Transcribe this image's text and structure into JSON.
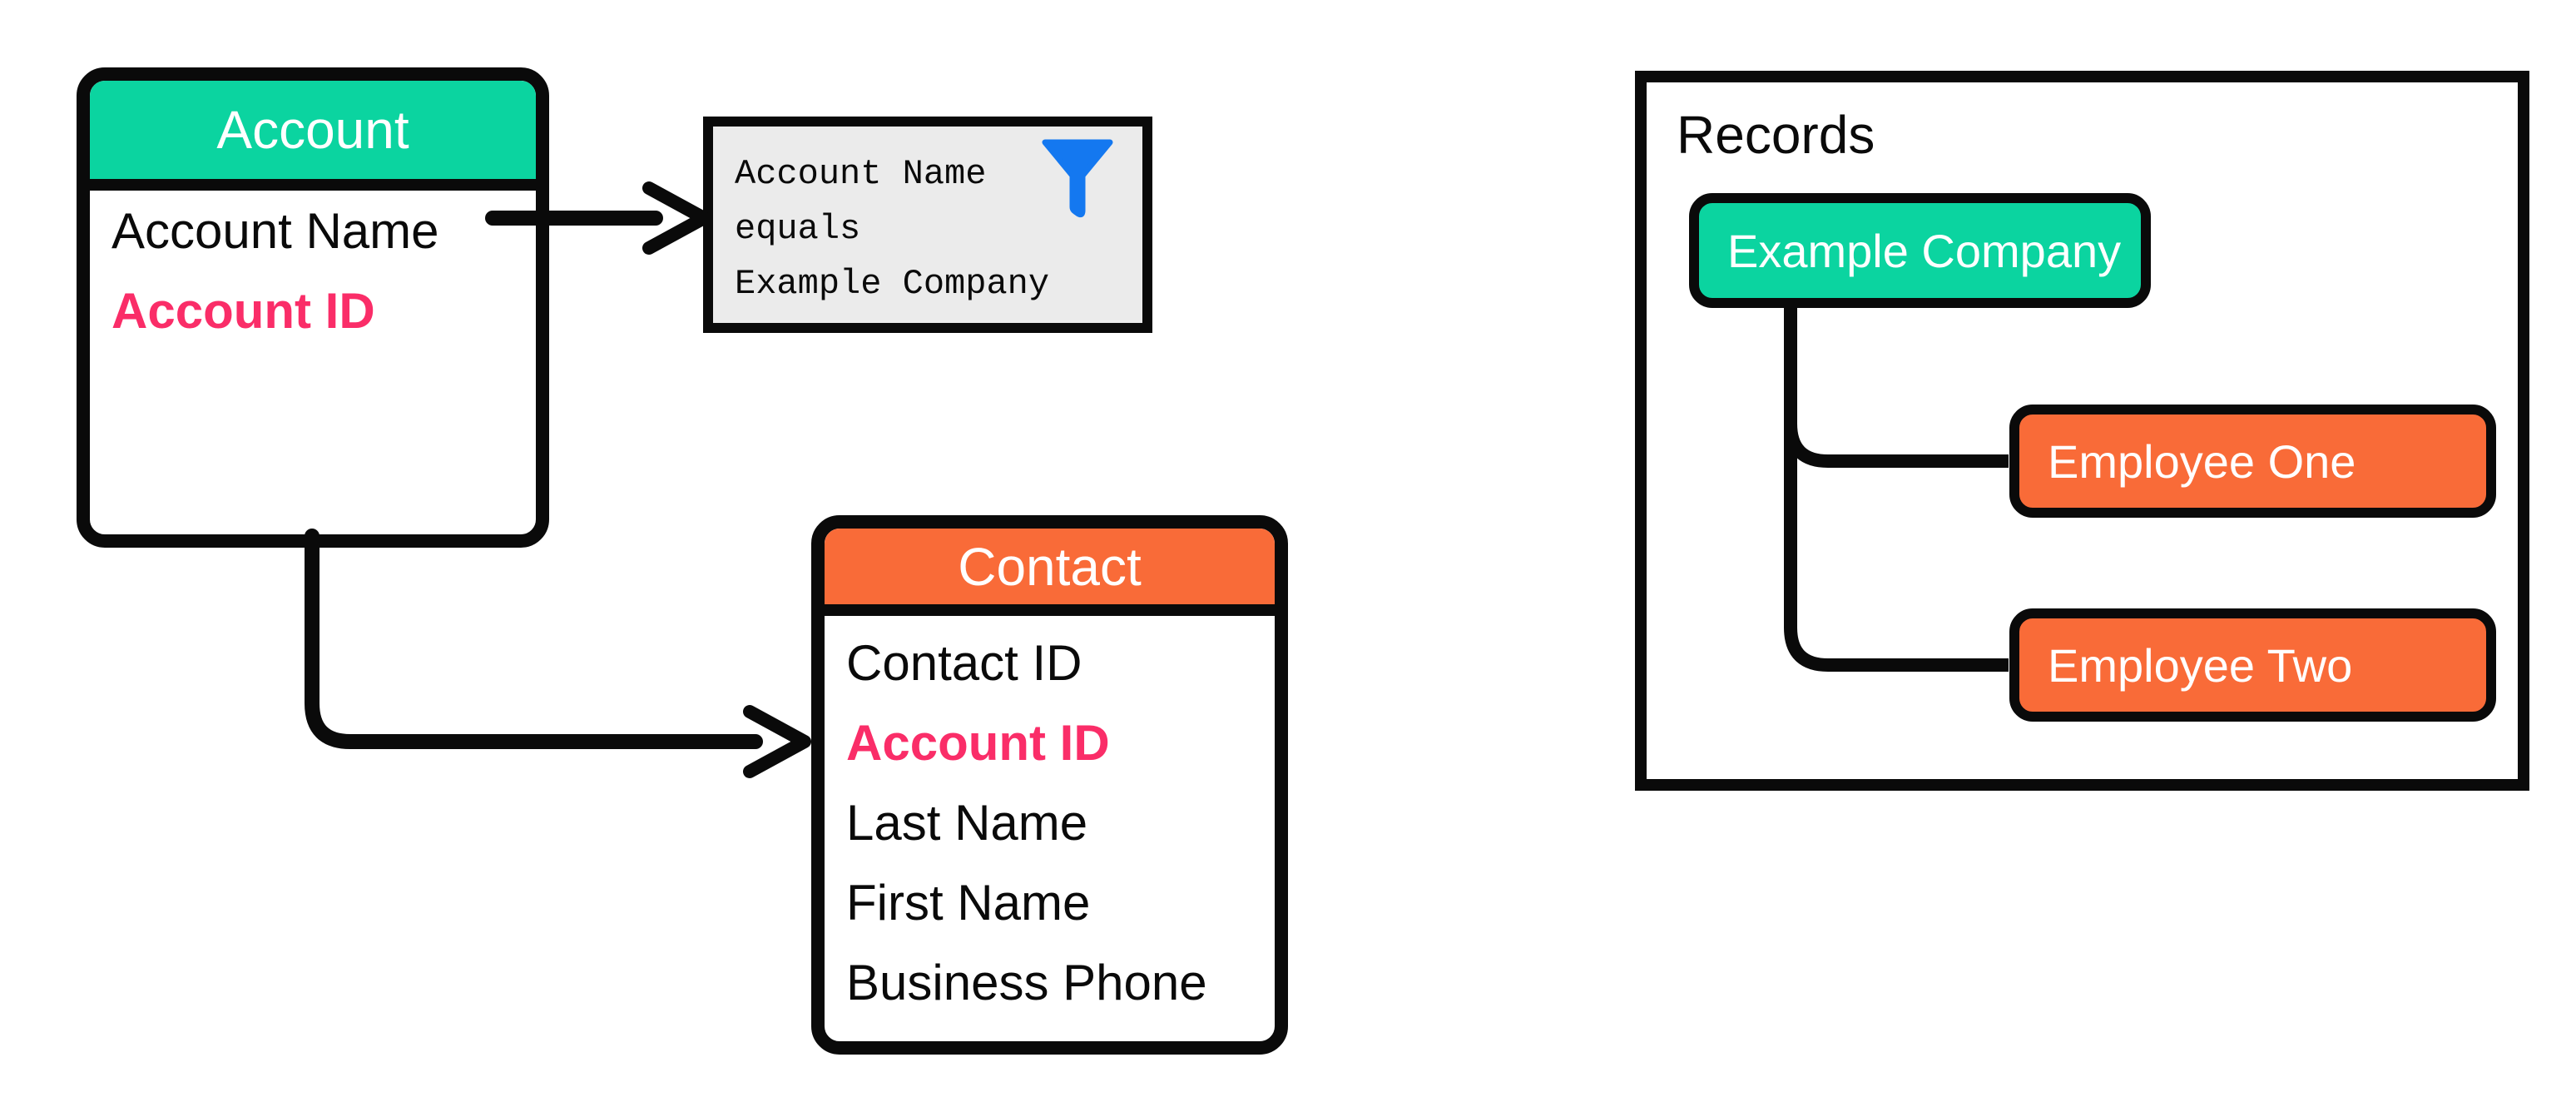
{
  "colors": {
    "green": "#0BD4A0",
    "orange": "#F96B38",
    "pink": "#FA2D68",
    "blue": "#1478F0",
    "filter_bg": "#EBEBEB",
    "line": "#0A0A0A"
  },
  "account_entity": {
    "title": "Account",
    "fields": [
      {
        "label": "Account Name",
        "key": false
      },
      {
        "label": "Account ID",
        "key": true
      }
    ]
  },
  "filter_note": {
    "lines": [
      "Account Name",
      "equals",
      "Example Company"
    ],
    "icon": "filter-funnel-icon"
  },
  "contact_entity": {
    "title": "Contact",
    "fields": [
      {
        "label": "Contact ID",
        "key": false
      },
      {
        "label": "Account ID",
        "key": true
      },
      {
        "label": "Last Name",
        "key": false
      },
      {
        "label": "First Name",
        "key": false
      },
      {
        "label": "Business Phone",
        "key": false
      }
    ]
  },
  "records_panel": {
    "title": "Records",
    "root": {
      "label": "Example Company",
      "type": "account"
    },
    "children": [
      {
        "label": "Employee One",
        "type": "contact"
      },
      {
        "label": "Employee Two",
        "type": "contact"
      }
    ]
  }
}
